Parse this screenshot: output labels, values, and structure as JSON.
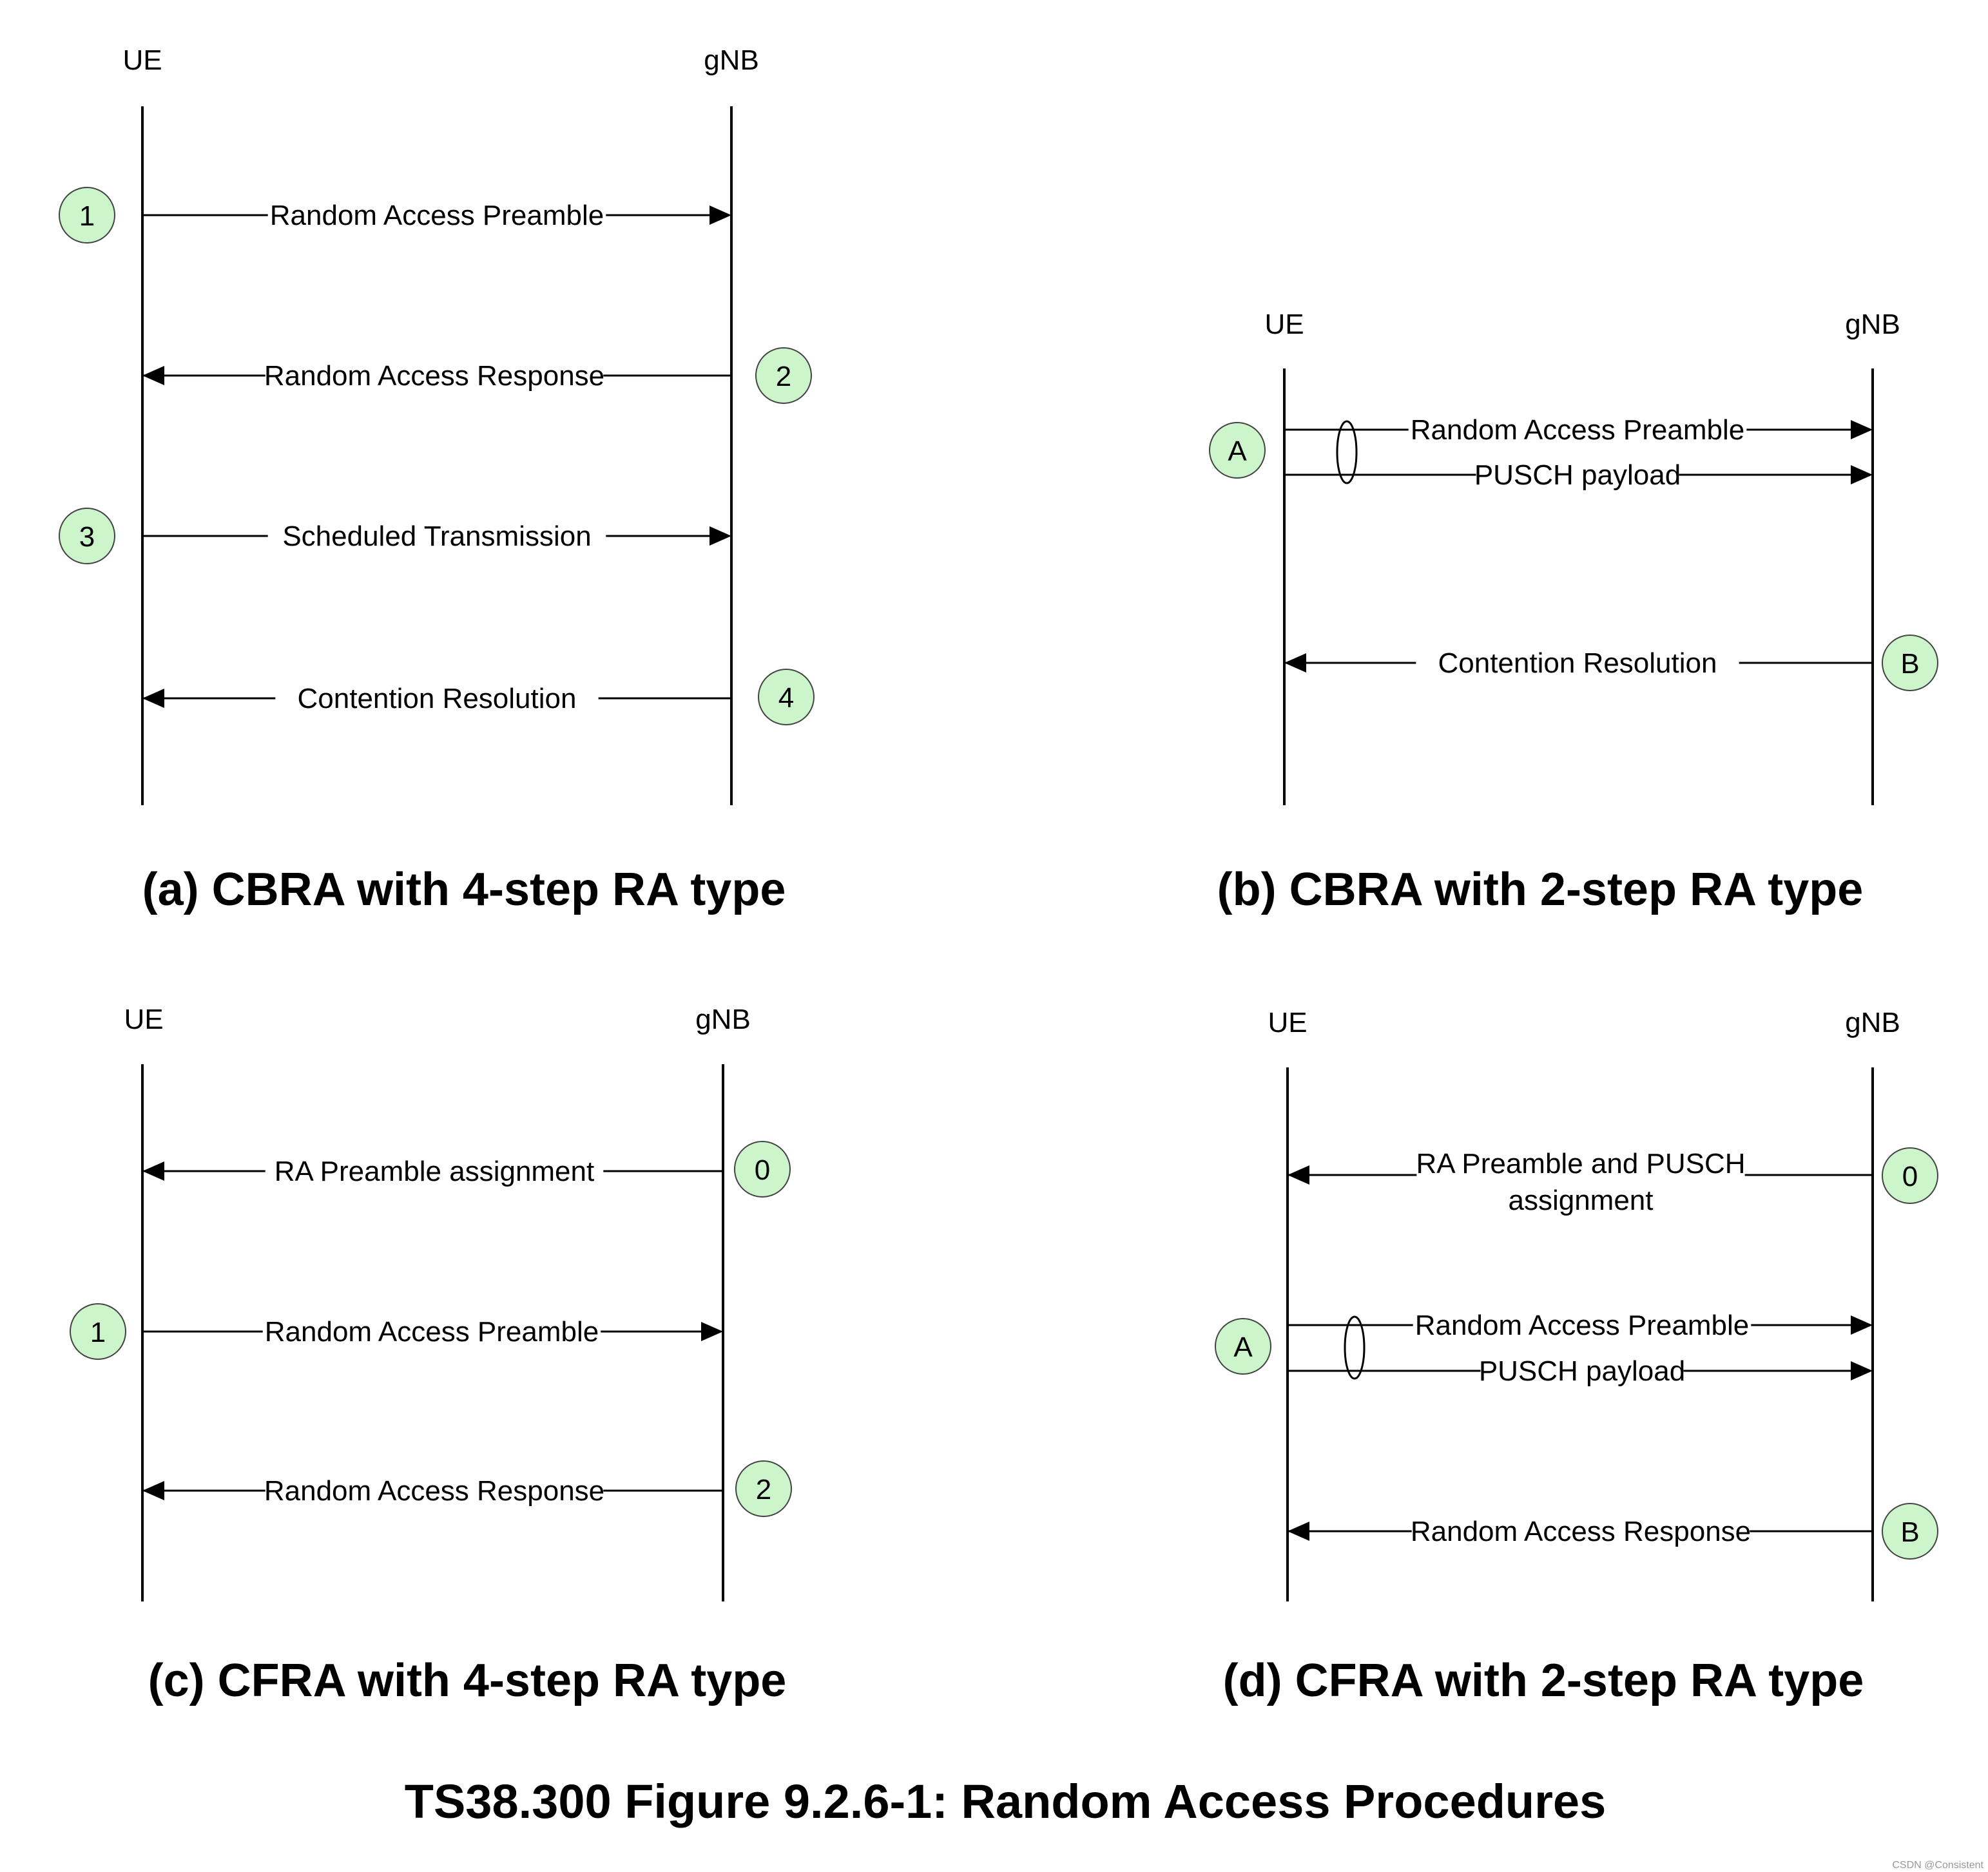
{
  "panels": [
    {
      "id": "a",
      "ue": "UE",
      "gnb": "gNB",
      "caption": "(a) CBRA with 4-step RA type",
      "messages": [
        {
          "lines": [
            "Random Access Preamble"
          ],
          "dir": "right"
        },
        {
          "lines": [
            "Random Access Response"
          ],
          "dir": "left"
        },
        {
          "lines": [
            "Scheduled Transmission"
          ],
          "dir": "right"
        },
        {
          "lines": [
            "Contention Resolution"
          ],
          "dir": "left"
        }
      ],
      "markers": [
        "1",
        "2",
        "3",
        "4"
      ]
    },
    {
      "id": "b",
      "ue": "UE",
      "gnb": "gNB",
      "caption": "(b) CBRA with 2-step RA type",
      "messages": [
        {
          "lines": [
            "Random Access Preamble"
          ],
          "dir": "right"
        },
        {
          "lines": [
            "PUSCH payload"
          ],
          "dir": "right"
        },
        {
          "lines": [
            "Contention Resolution"
          ],
          "dir": "left"
        }
      ],
      "markers": [
        "A",
        "B"
      ]
    },
    {
      "id": "c",
      "ue": "UE",
      "gnb": "gNB",
      "caption": "(c) CFRA with 4-step RA type",
      "messages": [
        {
          "lines": [
            "RA Preamble assignment"
          ],
          "dir": "left"
        },
        {
          "lines": [
            "Random Access Preamble"
          ],
          "dir": "right"
        },
        {
          "lines": [
            "Random Access Response"
          ],
          "dir": "left"
        }
      ],
      "markers": [
        "0",
        "1",
        "2"
      ]
    },
    {
      "id": "d",
      "ue": "UE",
      "gnb": "gNB",
      "caption": "(d) CFRA with 2-step RA type",
      "messages": [
        {
          "lines": [
            "RA Preamble and PUSCH",
            "assignment"
          ],
          "dir": "left"
        },
        {
          "lines": [
            "Random Access Preamble"
          ],
          "dir": "right"
        },
        {
          "lines": [
            "PUSCH payload"
          ],
          "dir": "right"
        },
        {
          "lines": [
            "Random Access Response"
          ],
          "dir": "left"
        }
      ],
      "markers": [
        "0",
        "A",
        "B"
      ]
    }
  ],
  "figure_title": "TS38.300 Figure 9.2.6-1: Random Access Procedures",
  "watermark": "CSDN @Consistent",
  "colors": {
    "marker_fill": "#ccf5cc",
    "line": "#000000",
    "background": "#ffffff"
  }
}
